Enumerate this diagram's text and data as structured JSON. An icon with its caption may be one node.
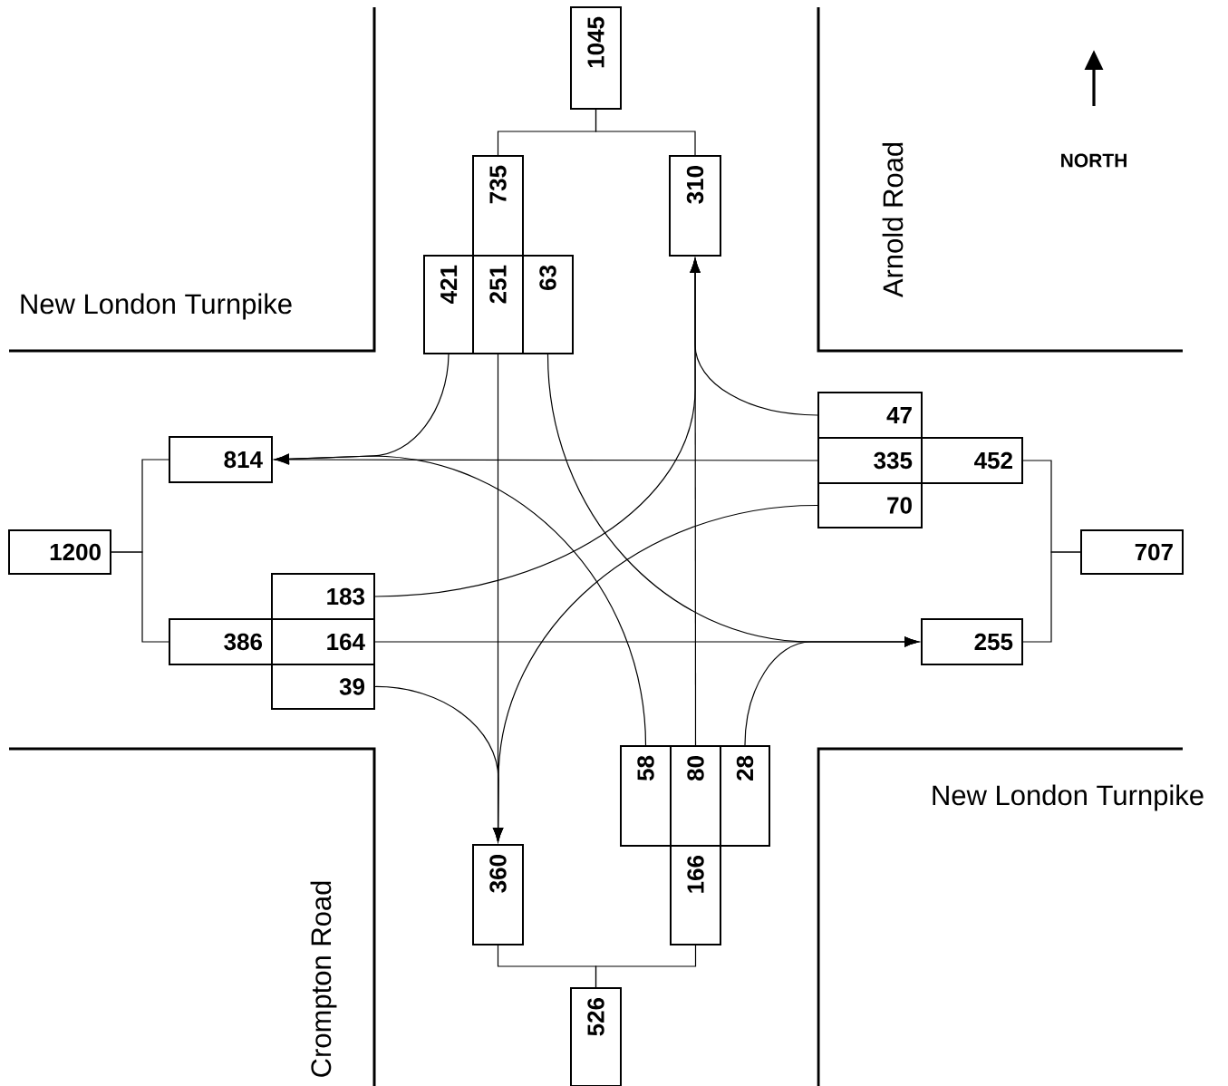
{
  "diagram": {
    "nodes": [
      {
        "text": [
          "1045"
        ]
      },
      {
        "text": [
          "735"
        ]
      },
      {
        "text": [
          "310"
        ]
      },
      {
        "text": [
          "421"
        ]
      },
      {
        "text": [
          "251"
        ]
      },
      {
        "text": [
          "63"
        ]
      },
      {
        "text": [
          "814"
        ]
      },
      {
        "text": [
          "1200"
        ]
      },
      {
        "text": [
          "183"
        ]
      },
      {
        "text": [
          "386"
        ]
      },
      {
        "text": [
          "164"
        ]
      },
      {
        "text": [
          "39"
        ]
      },
      {
        "text": [
          "47"
        ]
      },
      {
        "text": [
          "335"
        ]
      },
      {
        "text": [
          "452"
        ]
      },
      {
        "text": [
          "70"
        ]
      },
      {
        "text": [
          "707"
        ]
      },
      {
        "text": [
          "255"
        ]
      },
      {
        "text": [
          "58"
        ]
      },
      {
        "text": [
          "80"
        ]
      },
      {
        "text": [
          "28"
        ]
      },
      {
        "text": [
          "360"
        ]
      },
      {
        "text": [
          "166"
        ]
      },
      {
        "text": [
          "526"
        ]
      }
    ],
    "edges": [
      {
        "from": 3,
        "to": 6,
        "arrow": "to"
      },
      {
        "from": 13,
        "to": 6,
        "arrow": "to"
      },
      {
        "from": 18,
        "to": 6,
        "arrow": "to"
      },
      {
        "from": 19,
        "to": 2,
        "arrow": "to"
      },
      {
        "from": 12,
        "to": 2,
        "arrow": "to"
      },
      {
        "from": 8,
        "to": 2,
        "arrow": "to"
      },
      {
        "from": 4,
        "to": 21,
        "arrow": "to"
      },
      {
        "from": 11,
        "to": 21,
        "arrow": "to"
      },
      {
        "from": 15,
        "to": 21,
        "arrow": "to"
      },
      {
        "from": 10,
        "to": 17,
        "arrow": "to"
      },
      {
        "from": 5,
        "to": 17,
        "arrow": "to"
      },
      {
        "from": 20,
        "to": 17,
        "arrow": "to"
      },
      {
        "from": 1,
        "to": 0,
        "arrow": "none"
      },
      {
        "from": 2,
        "to": 0,
        "arrow": "none"
      },
      {
        "from": 6,
        "to": 7,
        "arrow": "none"
      },
      {
        "from": 9,
        "to": 7,
        "arrow": "none"
      },
      {
        "from": 14,
        "to": 16,
        "arrow": "none"
      },
      {
        "from": 17,
        "to": 16,
        "arrow": "none"
      },
      {
        "from": 21,
        "to": 23,
        "arrow": "none"
      },
      {
        "from": 22,
        "to": 23,
        "arrow": "none"
      }
    ],
    "labels": [
      "New London Turnpike",
      "Arnold Road",
      "NORTH",
      "New London Turnpike",
      "Crompton Road"
    ]
  }
}
